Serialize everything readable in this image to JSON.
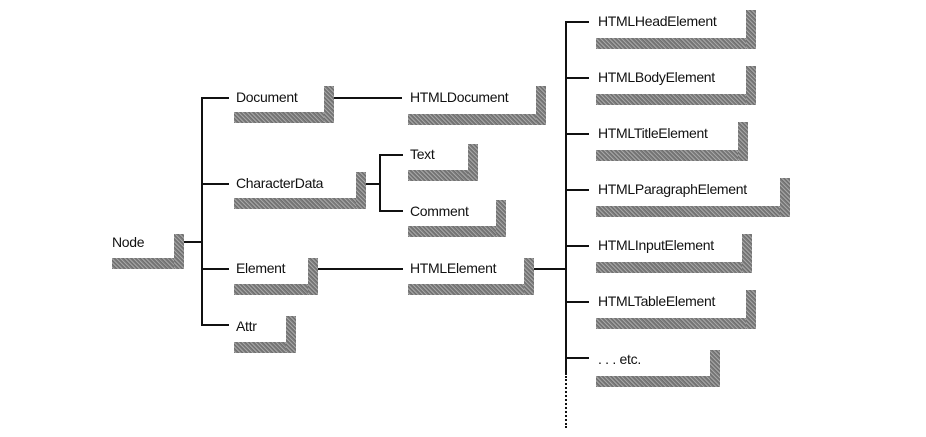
{
  "nodes": {
    "node": "Node",
    "document": "Document",
    "character_data": "CharacterData",
    "element": "Element",
    "attr": "Attr",
    "html_document": "HTMLDocument",
    "text": "Text",
    "comment": "Comment",
    "html_element": "HTMLElement",
    "html_head_element": "HTMLHeadElement",
    "html_body_element": "HTMLBodyElement",
    "html_title_element": "HTMLTitleElement",
    "html_paragraph_element": "HTMLParagraphElement",
    "html_input_element": "HTMLInputElement",
    "html_table_element": "HTMLTableElement",
    "etc": ". . . etc."
  }
}
